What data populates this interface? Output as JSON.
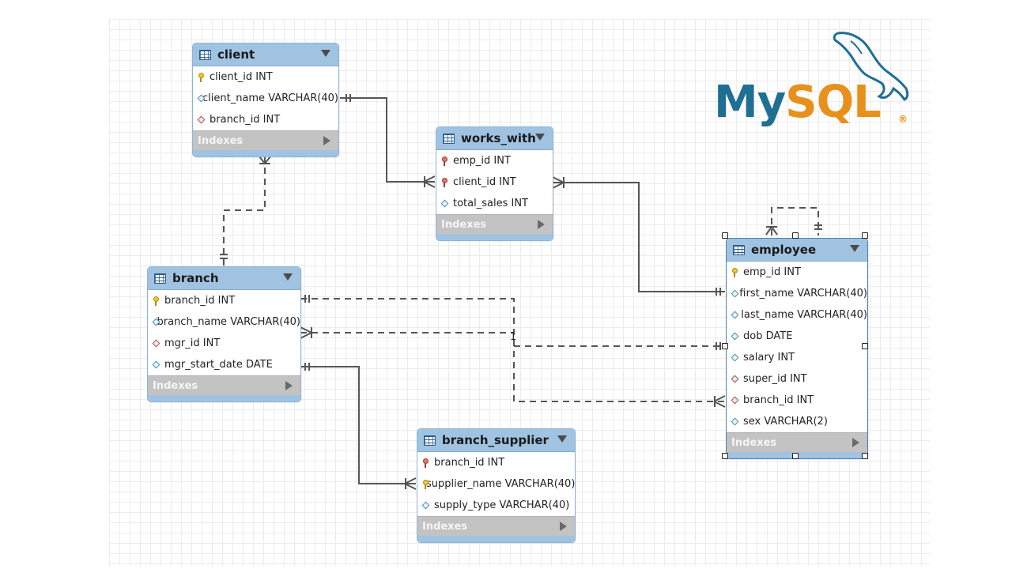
{
  "logo": {
    "brand_left": "My",
    "brand_right": "SQL",
    "registered": "®"
  },
  "tables": {
    "client": {
      "name": "client",
      "columns": [
        "client_id INT",
        "client_name VARCHAR(40)",
        "branch_id INT"
      ],
      "indexes_label": "Indexes"
    },
    "works_with": {
      "name": "works_with",
      "columns": [
        "emp_id INT",
        "client_id INT",
        "total_sales INT"
      ],
      "indexes_label": "Indexes"
    },
    "branch": {
      "name": "branch",
      "columns": [
        "branch_id INT",
        "branch_name VARCHAR(40)",
        "mgr_id INT",
        "mgr_start_date DATE"
      ],
      "indexes_label": "Indexes"
    },
    "employee": {
      "name": "employee",
      "columns": [
        "emp_id INT",
        "first_name VARCHAR(40)",
        "last_name VARCHAR(40)",
        "dob DATE",
        "salary INT",
        "super_id INT",
        "branch_id INT",
        "sex VARCHAR(2)"
      ],
      "indexes_label": "Indexes"
    },
    "branch_supplier": {
      "name": "branch_supplier",
      "columns": [
        "branch_id INT",
        "supplier_name VARCHAR(40)",
        "supply_type VARCHAR(40)"
      ],
      "indexes_label": "Indexes"
    }
  },
  "relationship_label": "1",
  "colors": {
    "header": "#9fc3e1",
    "indexes_bar": "#c3c3c3",
    "grid": "#ececec",
    "logo_blue": "#1f6f93",
    "logo_orange": "#e8901c"
  },
  "icons": {
    "table": "table-icon",
    "primary_key": "key-icon",
    "foreign_key": "foreign-key-icon",
    "column": "diamond-icon",
    "collapse": "chevron-down-icon",
    "expand_indexes": "triangle-right-icon"
  }
}
